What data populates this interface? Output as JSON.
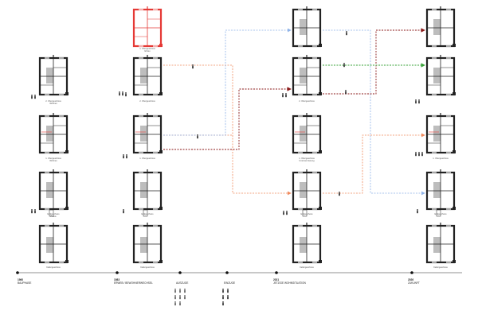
{
  "captions": {
    "r1c2": "1. Obergeschoss",
    "r1c2b": "Erbau",
    "r2c1": "2. Obergeschoss",
    "r2c1b": "Wohnen",
    "r2c2": "2. Obergeschoss",
    "r2c3": "2. Obergeschoss",
    "r3c1": "1. Obergeschoss",
    "r3c1b": "Wohnen",
    "r3c2": "1. Obergeschoss",
    "r3c3": "1. Obergeschoss",
    "r3c3b": "Untervermietung",
    "r3c4": "1. Obergeschoss",
    "r4c1": "Erdgeschoss",
    "r4c1b": "Praxis",
    "r4c2": "Erdgeschoss",
    "r4c3": "Erdgeschoss",
    "r4c4": "Erdgeschoss",
    "r5c1": "Kellergeschoss",
    "r5c2": "Kellergeschoss",
    "r5c3": "Kellergeschoss",
    "r5c4": "Kellergeschoss"
  },
  "timeline": [
    {
      "year": "1960",
      "label": "BAUPHASE"
    },
    {
      "year": "1983",
      "label": "ERWEB / BEWOHNERWECHSEL"
    },
    {
      "year": "",
      "label": "AUSZUGE"
    },
    {
      "year": "",
      "label": "EINZUGE"
    },
    {
      "year": "2021",
      "label": "JETZIGE WOHNSITUATION"
    },
    {
      "year": "2026",
      "label": "ZUKUNFT"
    }
  ],
  "colors": {
    "line": "#222222",
    "gray_fill": "#bdbdbd",
    "red": "#e53935",
    "dark_red": "#8b1a1a",
    "orange": "#f08a5d",
    "blue": "#8fb3e8",
    "green": "#3aa33a"
  }
}
